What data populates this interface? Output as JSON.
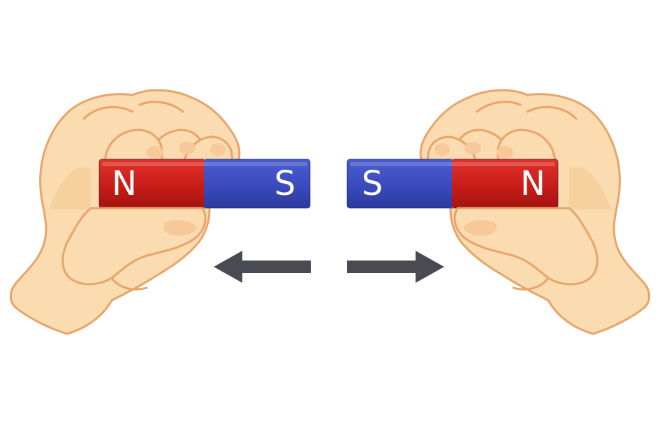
{
  "magnets": {
    "left": {
      "pole_left": "N",
      "pole_right": "S"
    },
    "right": {
      "pole_left": "S",
      "pole_right": "N"
    }
  },
  "colors": {
    "north": "#cc1e1a",
    "south": "#3c4dc0",
    "arrow": "#4a4a52",
    "skin": "#fbdcb0",
    "skin_outline": "#e8a46a"
  },
  "icons": {
    "left_arrow": "arrow-left-icon",
    "right_arrow": "arrow-right-icon",
    "left_hand": "hand-icon",
    "right_hand": "hand-icon"
  }
}
